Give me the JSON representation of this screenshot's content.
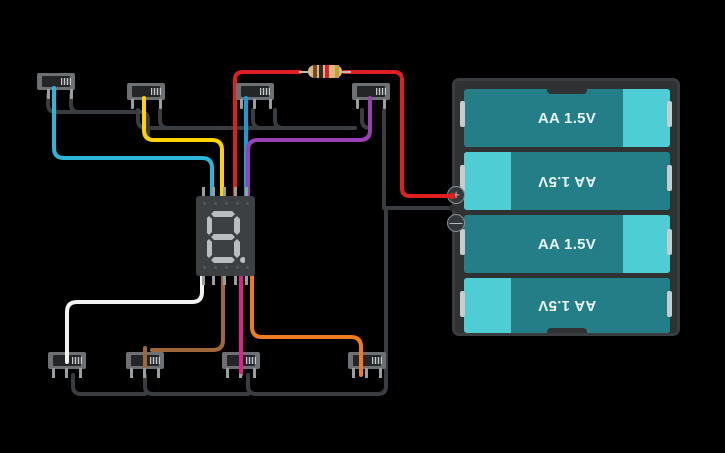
{
  "app": {
    "name": "circuit-simulator-canvas",
    "background_color": "#000000"
  },
  "battery_pack": {
    "name": "4xAA battery holder",
    "case_color": "#2f3133",
    "cell_body_color": "#247e87",
    "cell_cap_color": "#4ecdd4",
    "cells": [
      {
        "label": "AA 1.5V",
        "orientation": "normal",
        "cap_side": "right"
      },
      {
        "label": "AA 1.5V",
        "orientation": "flipped",
        "cap_side": "left"
      },
      {
        "label": "AA 1.5V",
        "orientation": "normal",
        "cap_side": "right"
      },
      {
        "label": "AA 1.5V",
        "orientation": "flipped",
        "cap_side": "left"
      }
    ],
    "terminals": [
      {
        "name": "positive-terminal",
        "symbol": "+",
        "wire_color": "#e02020"
      },
      {
        "name": "negative-terminal",
        "symbol": "—",
        "wire_color": "#3a3d40"
      }
    ]
  },
  "seven_segment_display": {
    "name": "7-segment display",
    "body_color": "#3c4043",
    "segment_color": "#b9bdc0",
    "segments_on": [
      "a",
      "b",
      "c",
      "d",
      "e",
      "f",
      "g"
    ],
    "decimal_point": true,
    "glyph": "8.",
    "top_pin_wire_colors": [
      "#b9bdc0",
      "#00b5e2",
      "#e02020",
      "#3a3d40",
      "#9b3fb5"
    ],
    "bottom_pin_wire_colors": [
      "#ffffff",
      "#a0673a",
      "#e0218a",
      "#f07c1e",
      "#3a3d40"
    ]
  },
  "resistor": {
    "name": "resistor",
    "body_color": "#d6b88a",
    "bands": [
      "#7a4a1e",
      "#2b2b2b",
      "#e02020",
      "#c9a227"
    ],
    "lead_color": "#b9bdc0"
  },
  "pushbuttons": [
    {
      "id": "btn-1",
      "label": "pushbutton",
      "wire_color": "#00b5e2",
      "row": "top"
    },
    {
      "id": "btn-2",
      "label": "pushbutton",
      "wire_color": "#ffd400",
      "row": "top"
    },
    {
      "id": "btn-3",
      "label": "pushbutton",
      "wire_color": "#00b5e2",
      "row": "top"
    },
    {
      "id": "btn-4",
      "label": "pushbutton",
      "wire_color": "#9b3fb5",
      "row": "top"
    },
    {
      "id": "btn-5",
      "label": "pushbutton",
      "wire_color": "#ffffff",
      "row": "bottom"
    },
    {
      "id": "btn-6",
      "label": "pushbutton",
      "wire_color": "#a0673a",
      "row": "bottom"
    },
    {
      "id": "btn-7",
      "label": "pushbutton",
      "wire_color": "#e0218a",
      "row": "bottom"
    },
    {
      "id": "btn-8",
      "label": "pushbutton",
      "wire_color": "#f07c1e",
      "row": "bottom"
    }
  ],
  "wires": {
    "red": "#e02020",
    "black": "#3a3d40",
    "cyan": "#29b6d8",
    "yellow": "#ffd400",
    "blue": "#1a9ad6",
    "purple": "#9b3fb5",
    "white": "#f2f2f2",
    "brown": "#a0673a",
    "magenta": "#e0218a",
    "orange": "#f07c1e"
  }
}
